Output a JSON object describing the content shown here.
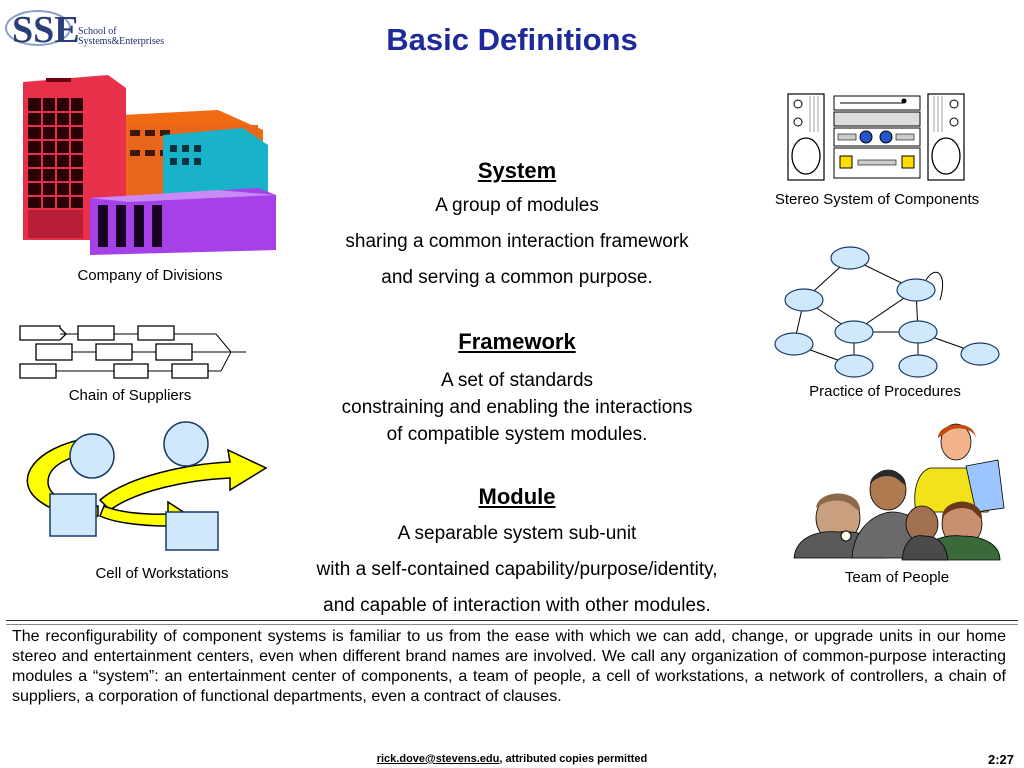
{
  "logo": {
    "mark": "SSE",
    "line1": "School of",
    "line2": "Systems&Enterprises"
  },
  "title": "Basic Definitions",
  "captions": {
    "company": "Company of Divisions",
    "stereo": "Stereo System of Components",
    "chain": "Chain of Suppliers",
    "practice": "Practice of Procedures",
    "cell": "Cell of Workstations",
    "team": "Team of People"
  },
  "definitions": {
    "system": {
      "heading": "System",
      "lines": [
        "A group of modules",
        "sharing a common interaction framework",
        "and serving a common purpose."
      ]
    },
    "framework": {
      "heading": "Framework",
      "lines": [
        "A set of standards",
        "constraining and enabling the interactions",
        "of compatible system modules."
      ]
    },
    "module": {
      "heading": "Module",
      "lines": [
        "A separable system sub-unit",
        "with a self-contained capability/purpose/identity,",
        "and capable of interaction with other modules."
      ]
    }
  },
  "paragraph": "The reconfigurability of component systems is familiar to us from the ease with which we can add, change, or upgrade units in our home stereo and entertainment centers, even when different brand names are involved. We call any organization of common-purpose interacting modules a “system”: an entertainment center of components, a team of people, a cell of workstations, a network of controllers, a chain of suppliers, a corporation of functional departments, even a contract of clauses.",
  "footer": {
    "email": "rick.dove@stevens.edu",
    "rest": ", attributed copies permitted",
    "page": "2:27"
  },
  "colors": {
    "title": "#1f2a9a",
    "node_fill": "#cfe8fb",
    "node_stroke": "#1a3a6a",
    "arrow_fill": "#ffff00"
  }
}
